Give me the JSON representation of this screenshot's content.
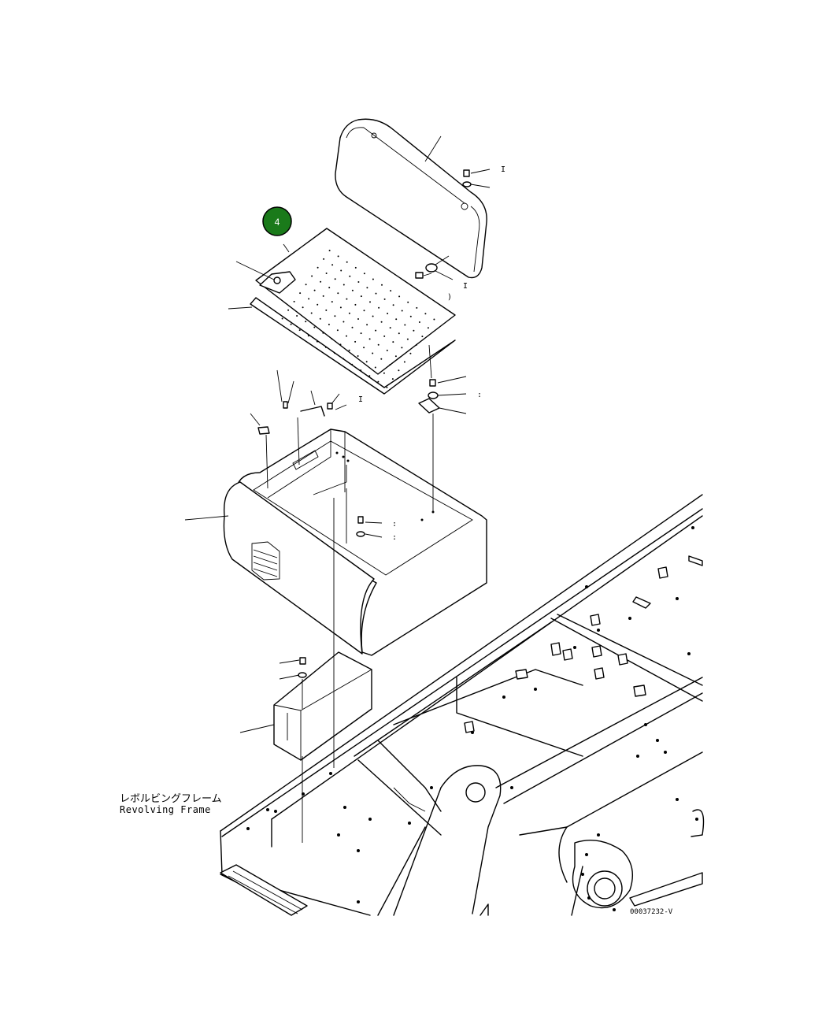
{
  "diagram": {
    "callout_badge": {
      "label": "4",
      "color": "#1a7a1a"
    },
    "frame_label_jp": "レボルビングフレーム",
    "frame_label_en": "Revolving Frame",
    "drawing_code": "00037232-V"
  }
}
